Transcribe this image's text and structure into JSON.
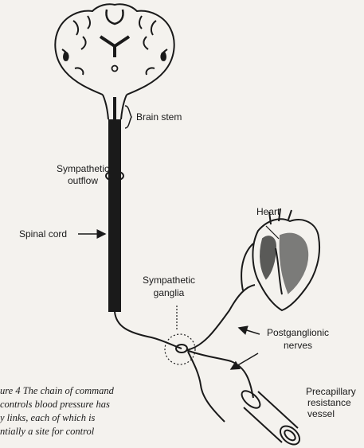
{
  "labels": {
    "brain_stem": "Brain stem",
    "sympathetic_outflow_1": "Sympathetic",
    "sympathetic_outflow_2": "outflow",
    "spinal_cord": "Spinal cord",
    "heart": "Heart",
    "sympathetic_ganglia_1": "Sympathetic",
    "sympathetic_ganglia_2": "ganglia",
    "postganglionic_1": "Postganglionic",
    "postganglionic_2": "nerves",
    "precapillary_1": "Precapillary",
    "precapillary_2": "resistance",
    "precapillary_3": "vessel"
  },
  "caption": {
    "line1": "ure 4  The chain of command",
    "line2": "controls blood pressure has",
    "line3": "y links, each of which is",
    "line4": "ntially a site for control"
  }
}
